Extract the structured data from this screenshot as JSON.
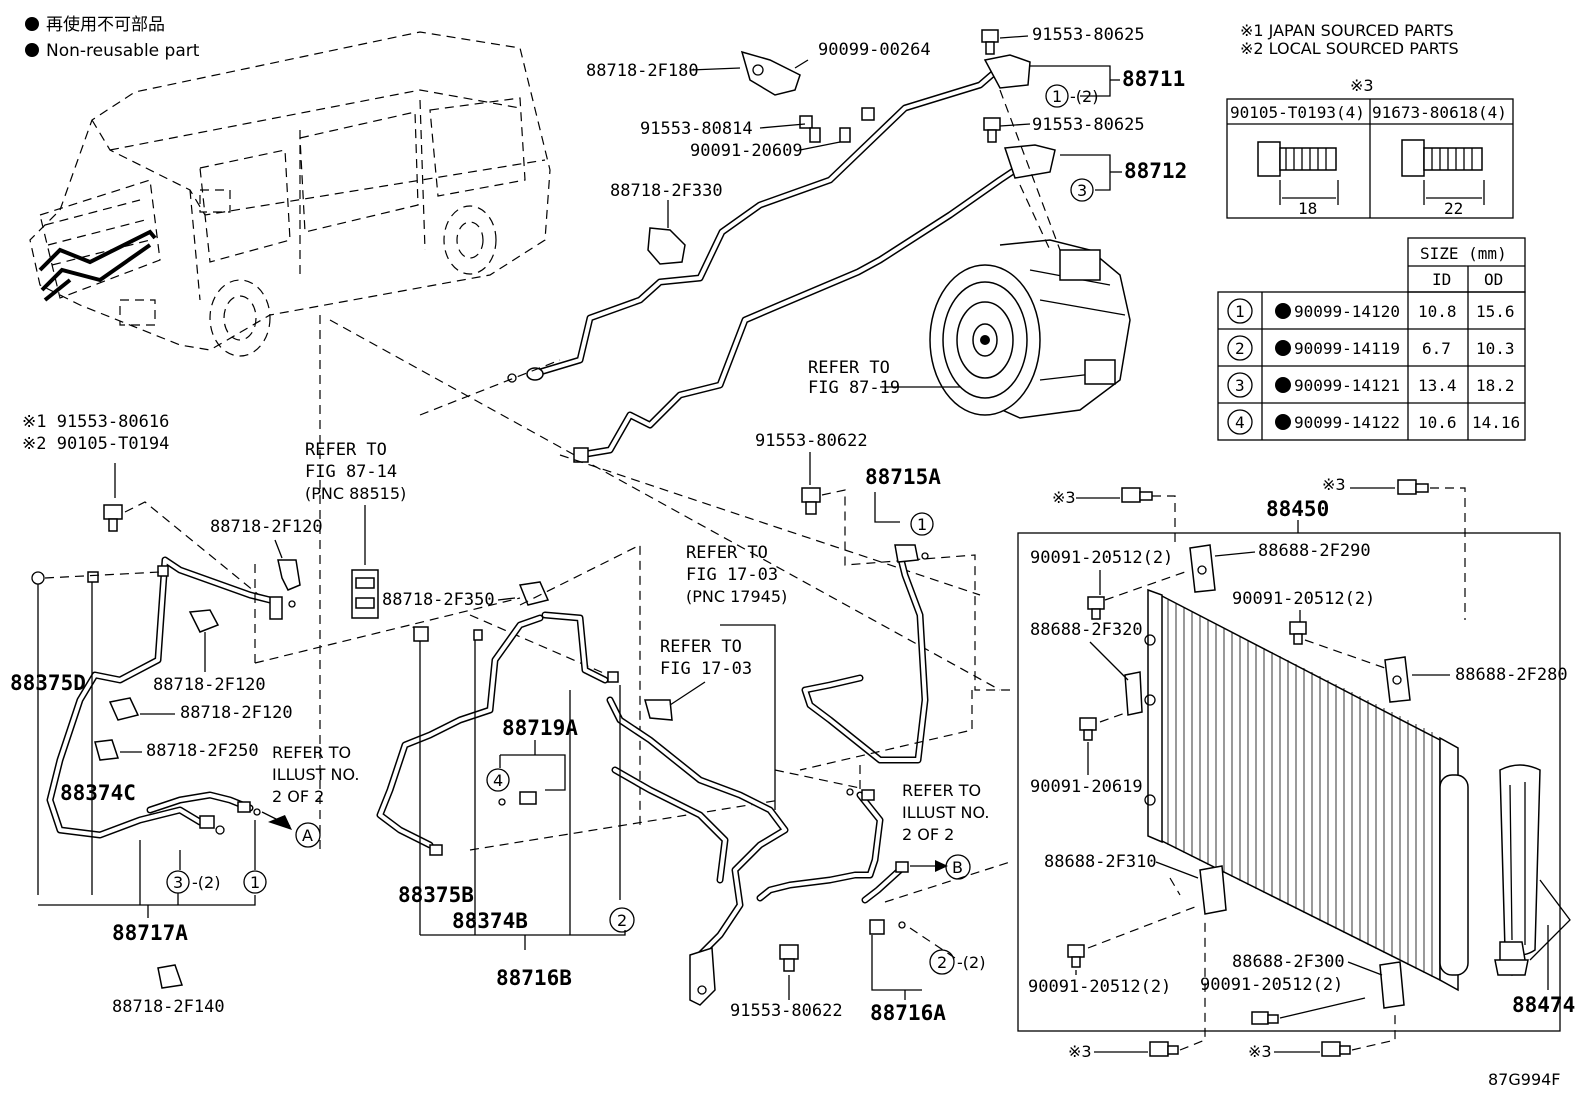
{
  "legend": {
    "symbol": "●",
    "line1": "再使用不可部品",
    "line2": "Non-reusable part"
  },
  "source_notes": {
    "note1": "※1 JAPAN SOURCED PARTS",
    "note2": "※2 LOCAL SOURCED PARTS",
    "note3": "※3"
  },
  "bolt_table": {
    "headers": [
      "90105-T0193(4)",
      "91673-80618(4)"
    ],
    "lengths": [
      "18",
      "22"
    ]
  },
  "oring_table": {
    "size_header": "SIZE (mm)",
    "col_id": "ID",
    "col_od": "OD",
    "rows": [
      {
        "no": "1",
        "part": "90099-14120",
        "id": "10.8",
        "od": "15.6"
      },
      {
        "no": "2",
        "part": "90099-14119",
        "id": "6.7",
        "od": "10.3"
      },
      {
        "no": "3",
        "part": "90099-14121",
        "id": "13.4",
        "od": "18.2"
      },
      {
        "no": "4",
        "part": "90099-14122",
        "id": "10.6",
        "od": "14.16"
      }
    ]
  },
  "parts": {
    "p88718_2F180": "88718-2F180",
    "p90099_00264": "90099-00264",
    "p91553_80625a": "91553-80625",
    "p88711": "88711",
    "p1_2": "-(2)",
    "p91553_80814": "91553-80814",
    "p90091_20609": "90091-20609",
    "p91553_80625b": "91553-80625",
    "p88712": "88712",
    "p88718_2F330": "88718-2F330",
    "refer_87_19_a": "REFER TO",
    "refer_87_19_b": "FIG 87-19",
    "p91553_80616": "※1 91553-80616",
    "p90105_T0194": "※2 90105-T0194",
    "refer_87_14_a": "REFER TO",
    "refer_87_14_b": "FIG 87-14",
    "refer_87_14_c": "(PNC 88515)",
    "p88718_2F120a": "88718-2F120",
    "p88718_2F350": "88718-2F350",
    "refer_17_03a_a": "REFER TO",
    "refer_17_03a_b": "FIG 17-03",
    "refer_17_03a_c": "(PNC 17945)",
    "refer_17_03b_a": "REFER TO",
    "refer_17_03b_b": "FIG 17-03",
    "p91553_80622a": "91553-80622",
    "p88715A": "88715A",
    "p88375D": "88375D",
    "p88718_2F120b": "88718-2F120",
    "p88718_2F120c": "88718-2F120",
    "p88718_2F250": "88718-2F250",
    "p88374C": "88374C",
    "refer_illA_a": "REFER TO",
    "refer_illA_b": "ILLUST NO.",
    "refer_illA_c": "2 OF 2",
    "p88719A": "88719A",
    "refer_illB_a": "REFER TO",
    "refer_illB_b": "ILLUST NO.",
    "refer_illB_c": "2 OF 2",
    "p3_2": "-(2)",
    "p88717A": "88717A",
    "p88718_2F140": "88718-2F140",
    "p88375B": "88375B",
    "p88374B": "88374B",
    "p88716B": "88716B",
    "p91553_80622b": "91553-80622",
    "p2_2": "-(2)",
    "p88716A": "88716A",
    "ref3_a": "※3",
    "ref3_b": "※3",
    "ref3_c": "※3",
    "ref3_d": "※3",
    "p88450": "88450",
    "p90091_20512a": "90091-20512(2)",
    "p88688_2F290": "88688-2F290",
    "p90091_20512b": "90091-20512(2)",
    "p88688_2F320": "88688-2F320",
    "p88688_2F280": "88688-2F280",
    "p90091_20619": "90091-20619",
    "p88688_2F310": "88688-2F310",
    "p90091_20512c": "90091-20512(2)",
    "p88688_2F300": "88688-2F300",
    "p90091_20512d": "90091-20512(2)",
    "p88474": "88474",
    "circle_A": "A",
    "circle_B": "B",
    "c1": "1",
    "c2": "2",
    "c3": "3",
    "c4": "4"
  },
  "illustration_code": "87G994F"
}
